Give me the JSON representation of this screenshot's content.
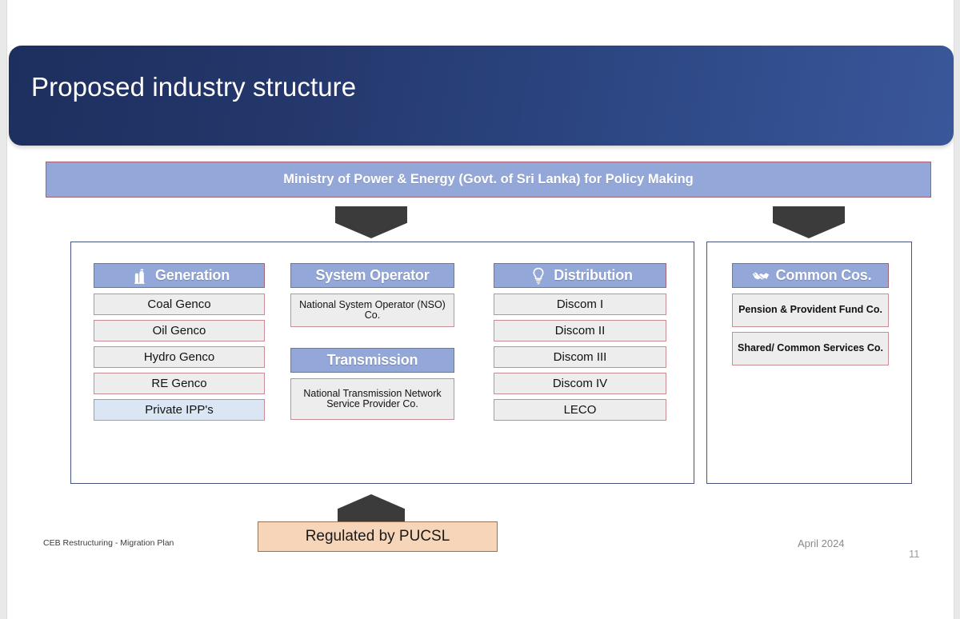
{
  "slide": {
    "title": "Proposed industry structure",
    "ministry_bar": "Ministry of Power & Energy (Govt. of Sri Lanka) for Policy Making",
    "regulator": "Regulated by PUCSL",
    "footer_left": "CEB Restructuring - Migration Plan",
    "footer_date": "April 2024",
    "page_number": "11"
  },
  "colors": {
    "banner_dark": "#1d2f5e",
    "banner_light": "#3a579b",
    "header_chip": "#93a7d8",
    "chip_border": "#a9616e",
    "box_fill": "#ededed",
    "box_border": "#c98c92",
    "accent_box_fill": "#dbe6f4",
    "arrow": "#3b3b3b",
    "regulator_fill": "#f6d5b8",
    "regulator_border": "#9a7357",
    "panel_border": "#45557f"
  },
  "columns": {
    "generation": {
      "header": "Generation",
      "icon": "power-plant-icon",
      "items": [
        {
          "label": "Coal Genco",
          "accent": false
        },
        {
          "label": "Oil Genco",
          "accent": false
        },
        {
          "label": "Hydro Genco",
          "accent": false
        },
        {
          "label": "RE Genco",
          "accent": false
        },
        {
          "label": "Private IPP's",
          "accent": true
        }
      ]
    },
    "system_operator": {
      "header": "System Operator",
      "items": [
        {
          "label": "National System Operator (NSO) Co."
        }
      ]
    },
    "transmission": {
      "header": "Transmission",
      "items": [
        {
          "label": "National Transmission Network Service Provider Co."
        }
      ]
    },
    "distribution": {
      "header": "Distribution",
      "icon": "lightbulb-icon",
      "items": [
        {
          "label": "Discom I"
        },
        {
          "label": "Discom II"
        },
        {
          "label": "Discom III"
        },
        {
          "label": "Discom IV"
        },
        {
          "label": "LECO"
        }
      ]
    },
    "common_cos": {
      "header": "Common Cos.",
      "icon": "handshake-icon",
      "items": [
        {
          "label": "Pension & Provident Fund Co."
        },
        {
          "label": "Shared/ Common Services Co."
        }
      ]
    }
  }
}
